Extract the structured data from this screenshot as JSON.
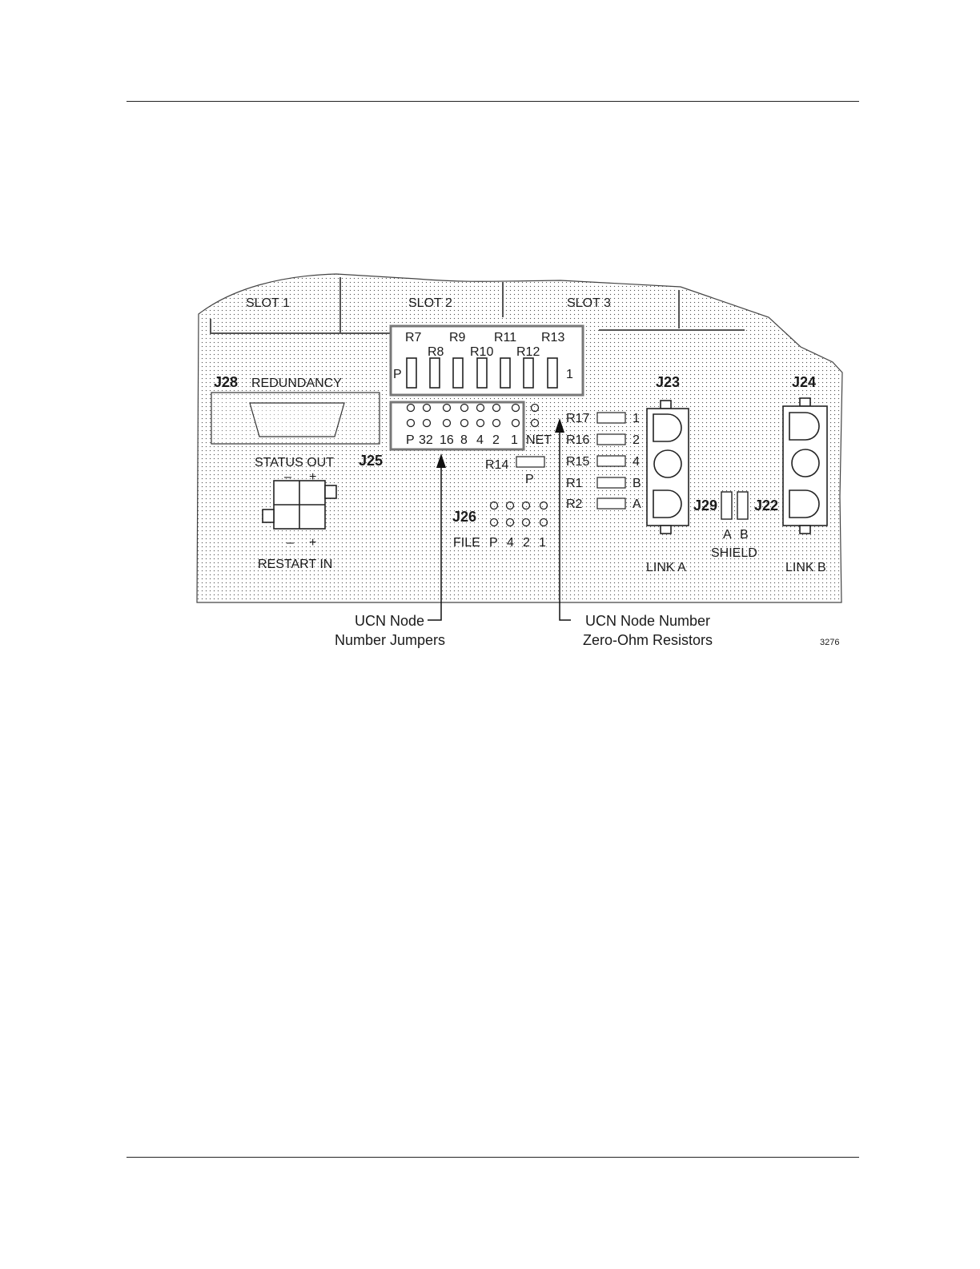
{
  "slots": [
    "SLOT 1",
    "SLOT 2",
    "SLOT 3"
  ],
  "resistor_block": {
    "top_row": [
      "R7",
      "R9",
      "R11",
      "R13"
    ],
    "bottom_row": [
      "R8",
      "R10",
      "R12"
    ],
    "left_mark": "P",
    "right_mark": "1"
  },
  "j28": {
    "id": "J28",
    "name": "REDUNDANCY"
  },
  "status_out": {
    "label": "STATUS OUT",
    "minus": "–",
    "plus": "+"
  },
  "restart_in": {
    "label": "RESTART  IN",
    "minus": "–",
    "plus": "+"
  },
  "j25": {
    "id": "J25",
    "pin_labels": [
      "P",
      "32",
      "16",
      "8",
      "4",
      "2",
      "1"
    ],
    "net_label": "NET"
  },
  "r14": {
    "label": "R14",
    "sub": "P"
  },
  "right_resistors": [
    {
      "ref": "R17",
      "value": "1"
    },
    {
      "ref": "R16",
      "value": "2"
    },
    {
      "ref": "R15",
      "value": "4"
    },
    {
      "ref": "R1",
      "value": "B"
    },
    {
      "ref": "R2",
      "value": "A"
    }
  ],
  "j26": {
    "id": "J26",
    "labels": [
      "FILE",
      "P",
      "4",
      "2",
      "1"
    ]
  },
  "j23": {
    "id": "J23",
    "name": "LINK A"
  },
  "j24": {
    "id": "J24",
    "name": "LINK B"
  },
  "j29": {
    "id": "J29"
  },
  "j22": {
    "id": "J22"
  },
  "shield": {
    "a": "A",
    "b": "B",
    "label": "SHIELD"
  },
  "callouts": {
    "jumpers_line1": "UCN Node",
    "jumpers_line2": "Number Jumpers",
    "resistors_line1": "UCN Node Number",
    "resistors_line2": "Zero-Ohm Resistors"
  },
  "figure_number": "3276"
}
